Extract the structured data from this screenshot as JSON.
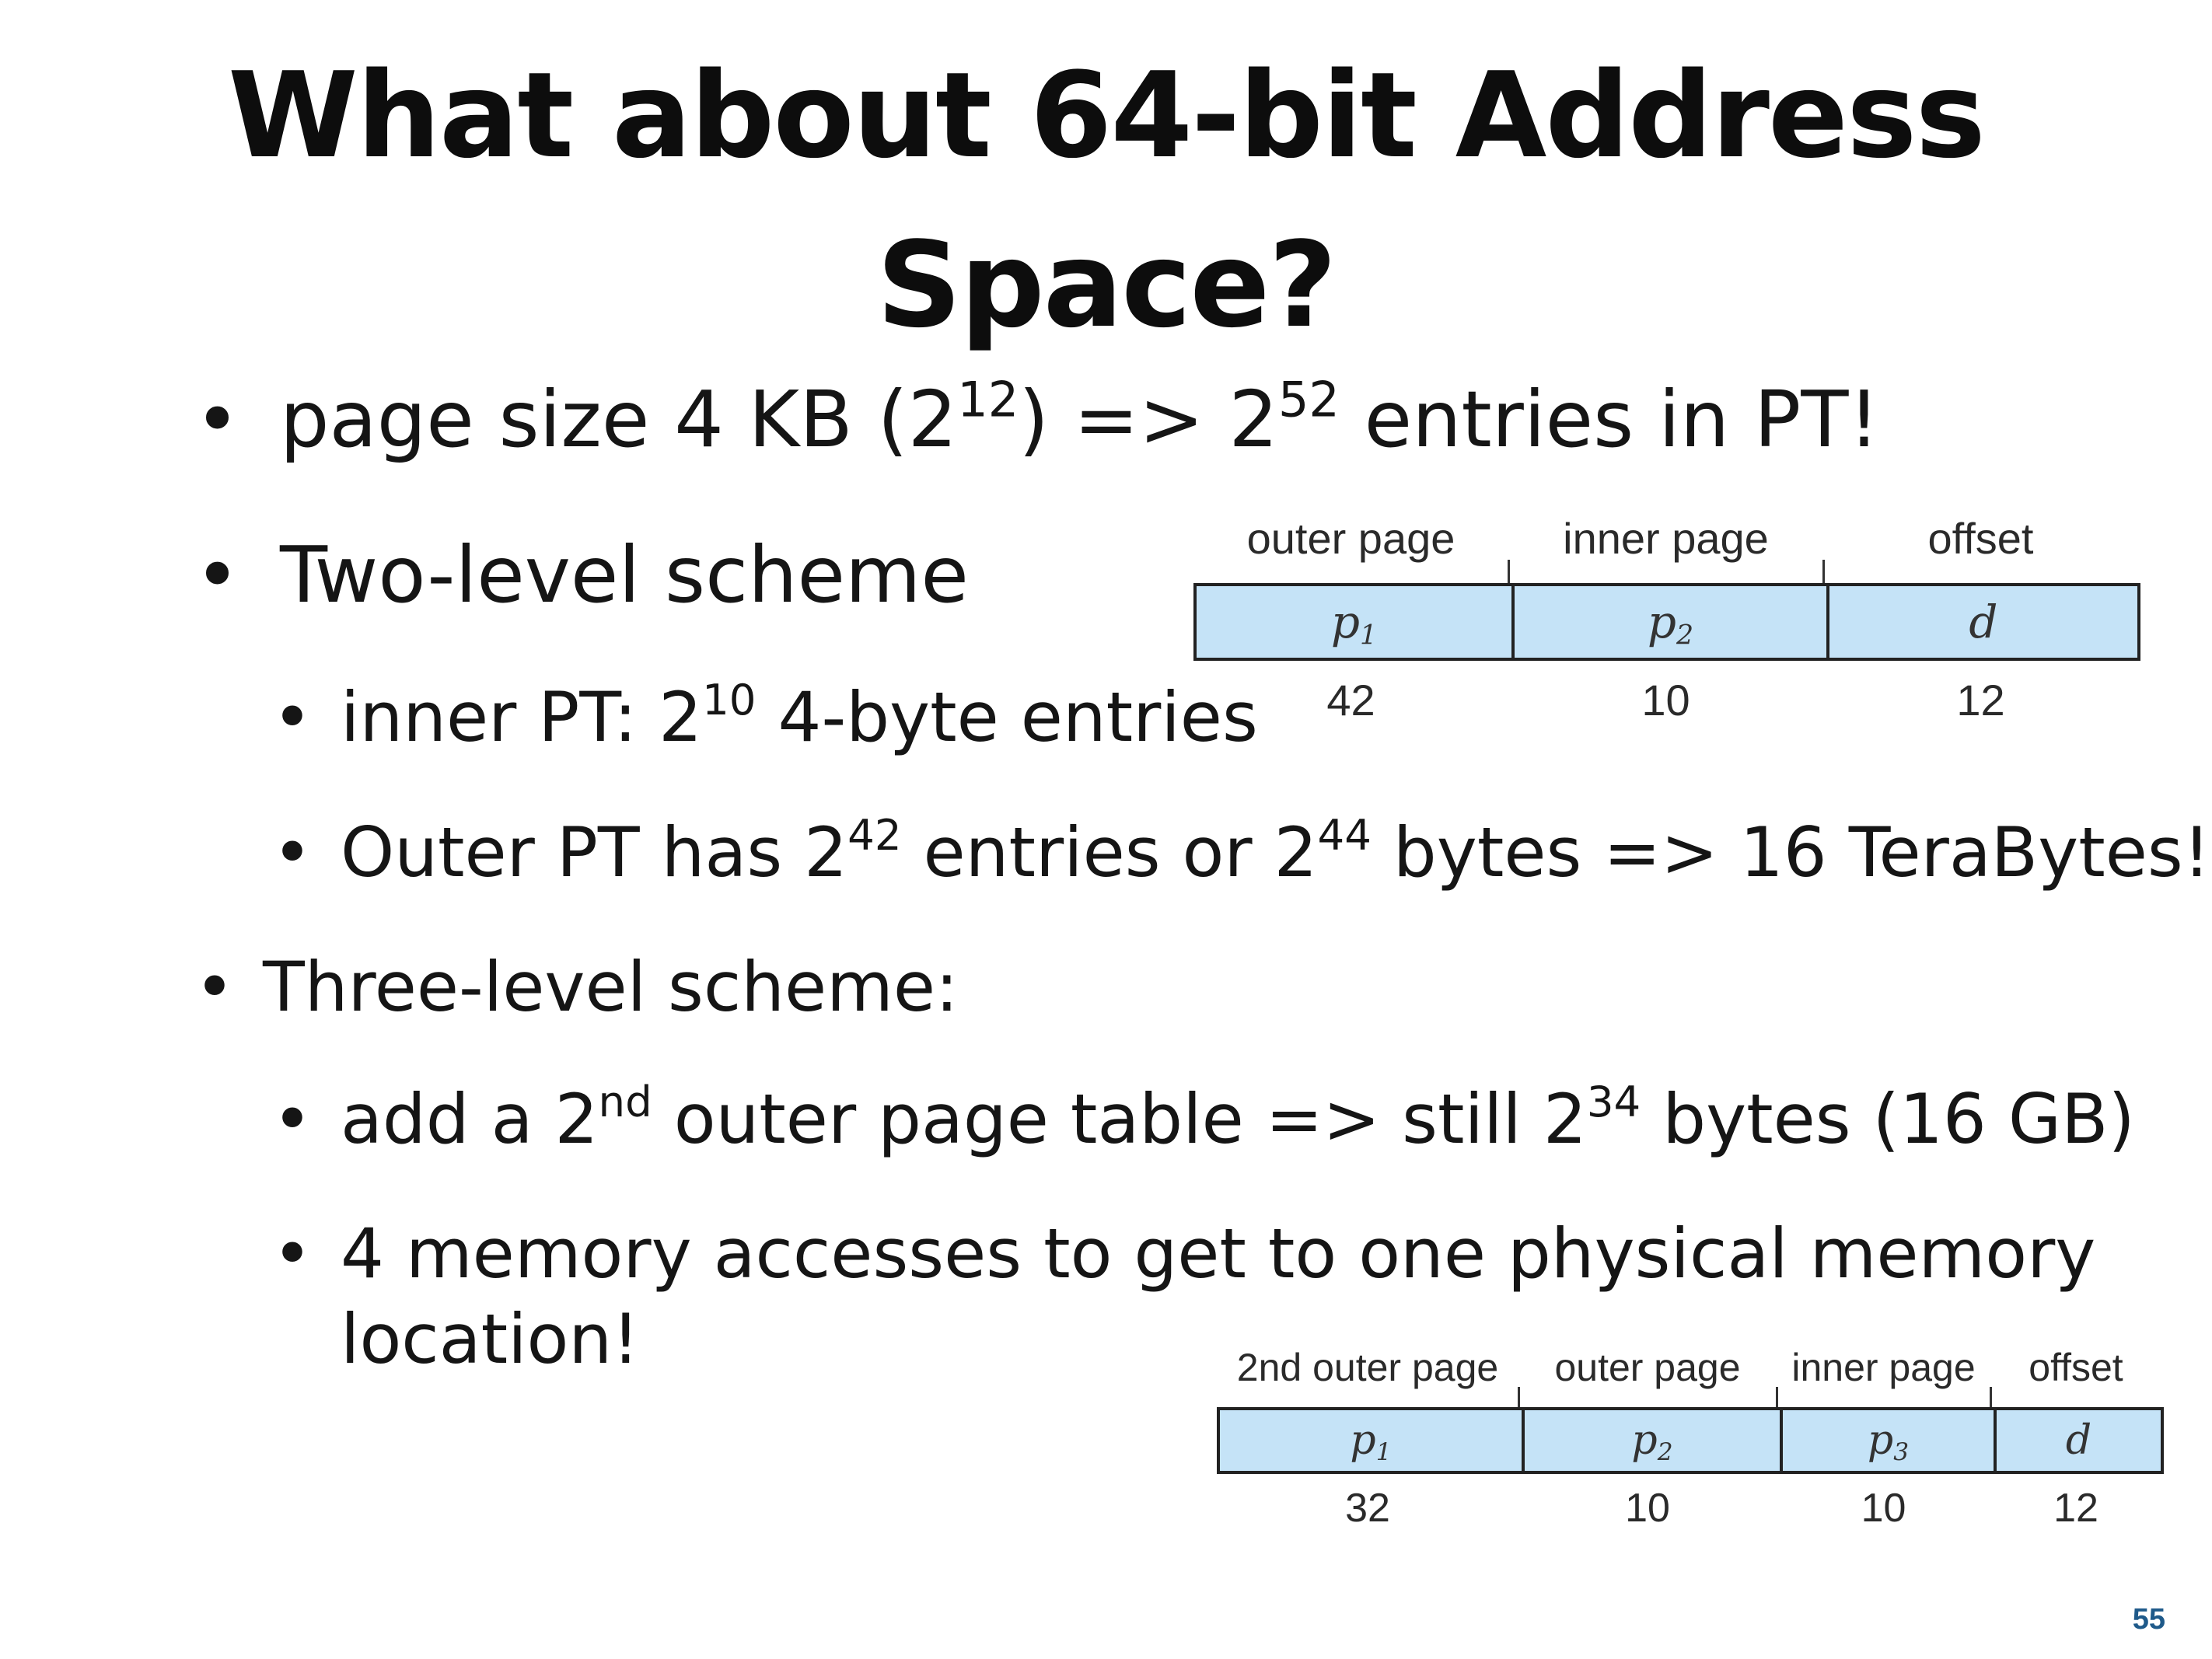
{
  "title": {
    "line1": "What about 64-bit Address",
    "line2": "Space?"
  },
  "bullets": {
    "b1": {
      "pre": "page size 4 KB (2",
      "sup1": "12",
      "mid": ") => 2",
      "sup2": "52",
      "post": " entries in PT!"
    },
    "b2": {
      "text": "Two-level scheme"
    },
    "b2a": {
      "pre": "inner PT: 2",
      "sup1": "10",
      "post": " 4-byte entries"
    },
    "b2b": {
      "pre": "Outer PT has 2",
      "sup1": "42",
      "mid": " entries or 2",
      "sup2": "44",
      "post": " bytes => 16 TeraBytes!"
    },
    "b3": {
      "text": "Three-level scheme:"
    },
    "b3a": {
      "pre": "add a 2",
      "sup1": "nd",
      "mid": " outer page table => still 2",
      "sup2": "34",
      "post": " bytes (16 GB)"
    },
    "b3b": {
      "line1": "4 memory accesses to get to one physical memory",
      "line2": "location!"
    },
    "dot": "•"
  },
  "diagram_two_level": {
    "headers": [
      "outer page",
      "inner page",
      "offset"
    ],
    "cells": [
      {
        "var": "p",
        "sub": "1"
      },
      {
        "var": "p",
        "sub": "2"
      },
      {
        "var": "d",
        "sub": ""
      }
    ],
    "bits": [
      "42",
      "10",
      "12"
    ]
  },
  "diagram_three_level": {
    "headers": [
      "2nd outer page",
      "outer page",
      "inner page",
      "offset"
    ],
    "cells": [
      {
        "var": "p",
        "sub": "1"
      },
      {
        "var": "p",
        "sub": "2"
      },
      {
        "var": "p",
        "sub": "3"
      },
      {
        "var": "d",
        "sub": ""
      }
    ],
    "bits": [
      "32",
      "10",
      "10",
      "12"
    ]
  },
  "page_number": "55",
  "colors": {
    "field_fill": "#c5e3f7",
    "page_number": "#1f5a8a"
  }
}
